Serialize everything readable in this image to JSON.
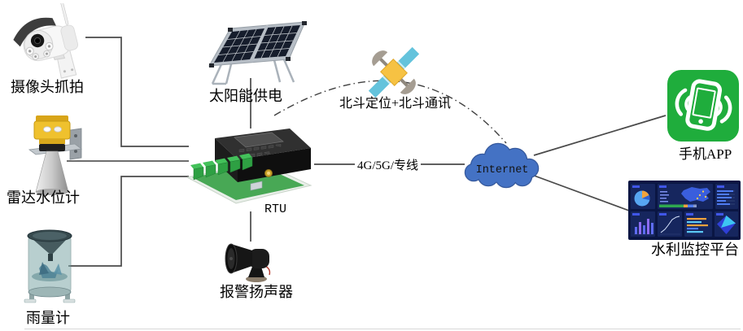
{
  "nodes": {
    "camera": {
      "label": "摄像头抓拍"
    },
    "radar_gauge": {
      "label": "雷达水位计"
    },
    "rain_gauge": {
      "label": "雨量计"
    },
    "solar_power": {
      "label": "太阳能供电"
    },
    "rtu": {
      "label": "RTU"
    },
    "alarm_speaker": {
      "label": "报警扬声器"
    },
    "beidou": {
      "label": "北斗定位+北斗通讯"
    },
    "internet": {
      "label": "Internet"
    },
    "mobile_app": {
      "label": "手机APP"
    },
    "platform": {
      "label": "水利监控平台"
    }
  },
  "links": {
    "rtu_internet": {
      "label": "4G/5G/专线"
    }
  },
  "colors": {
    "cloud_blue": "#4472C4",
    "app_green": "#1FAD3C",
    "satellite_body_yellow": "#F6C243",
    "satellite_panel_blue": "#64C3DC",
    "radar_head_yellow": "#EFC12E",
    "dashboard_navy": "#0A1643",
    "connector_gray": "#4a4a4a"
  }
}
